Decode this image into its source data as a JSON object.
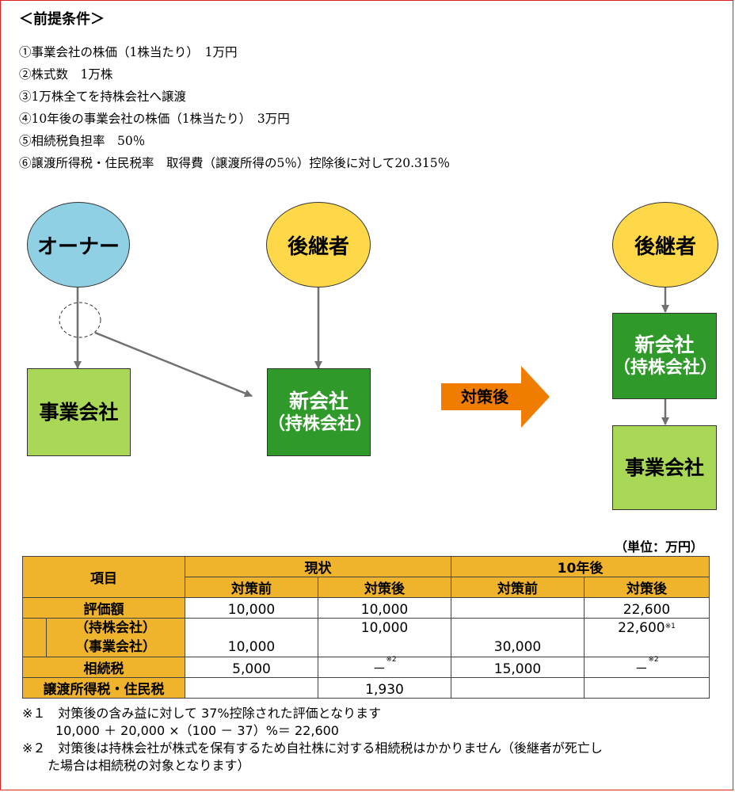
{
  "conditions": {
    "title": "＜前提条件＞",
    "items": [
      "①事業会社の株価（1株当たり）　1万円",
      "②株式数　1万株",
      "③1万株全てを持株会社へ譲渡",
      "④10年後の事業会社の株価（1株当たり）　3万円",
      "⑤相続税負担率　50％",
      "⑥譲渡所得税・住民税率　取得費（譲渡所得の5％）控除後に対して20.315％"
    ]
  },
  "diagram": {
    "owner": "オーナー",
    "successor_left": "後継者",
    "operating_company_left": "事業会社",
    "holding_left_main": "新会社",
    "holding_left_sub": "（持株会社）",
    "arrow_label": "対策後",
    "successor_right": "後継者",
    "holding_right_main": "新会社",
    "holding_right_sub": "（持株会社）",
    "operating_company_right": "事業会社"
  },
  "table": {
    "unit": "（単位：万円）",
    "header_item": "項目",
    "header_current": "現状",
    "header_10y": "10年後",
    "sub_before": "対策前",
    "sub_after": "対策後",
    "rows": {
      "valuation": {
        "label": "評価額",
        "c1": "10,000",
        "c2": "10,000",
        "c3": "",
        "c4": "22,600"
      },
      "holding": {
        "label": "（持株会社）",
        "c2": "10,000",
        "c4": "22,600",
        "c4_note": "※1"
      },
      "operating": {
        "label": "（事業会社）",
        "c1": "10,000",
        "c3": "30,000"
      },
      "inheritance": {
        "label": "相続税",
        "c1": "5,000",
        "c2": "－",
        "c2_note": "※2",
        "c3": "15,000",
        "c4": "－",
        "c4_note": "※2"
      },
      "transfer": {
        "label": "譲渡所得税・住民税",
        "c2": "1,930"
      }
    }
  },
  "notes": {
    "n1": "※１　対策後の含み益に対して 37%控除された評価となります",
    "n1_formula": "10,000 ＋ 20,000 ×（100 － 37）%＝ 22,600",
    "n2": "※２　対策後は持株会社が株式を保有するため自社株に対する相続税はかかりません（後継者が死亡し",
    "n2_cont": "た場合は相続税の対象となります）"
  },
  "colors": {
    "frame": "#e0201c",
    "owner_oval": "#8fd0e5",
    "successor_oval": "#ffd84a",
    "operating_box": "#a9d856",
    "holding_box": "#2f9a2a",
    "arrow": "#f07c00",
    "table_header": "#f0b42c"
  }
}
